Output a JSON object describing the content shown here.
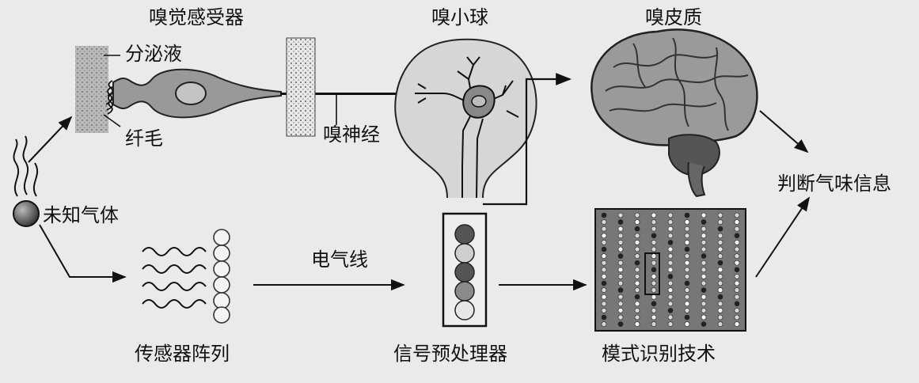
{
  "labels": {
    "receptor": "嗅觉感受器",
    "secretion": "分泌液",
    "cilia": "纤毛",
    "nerve": "嗅神经",
    "bulb": "嗅小球",
    "cortex": "嗅皮质",
    "gas": "未知气体",
    "electric": "电气线",
    "sensor_array": "传感器阵列",
    "preprocessor": "信号预处理器",
    "pattern": "模式识别技术",
    "judge": "判断气味信息"
  }
}
